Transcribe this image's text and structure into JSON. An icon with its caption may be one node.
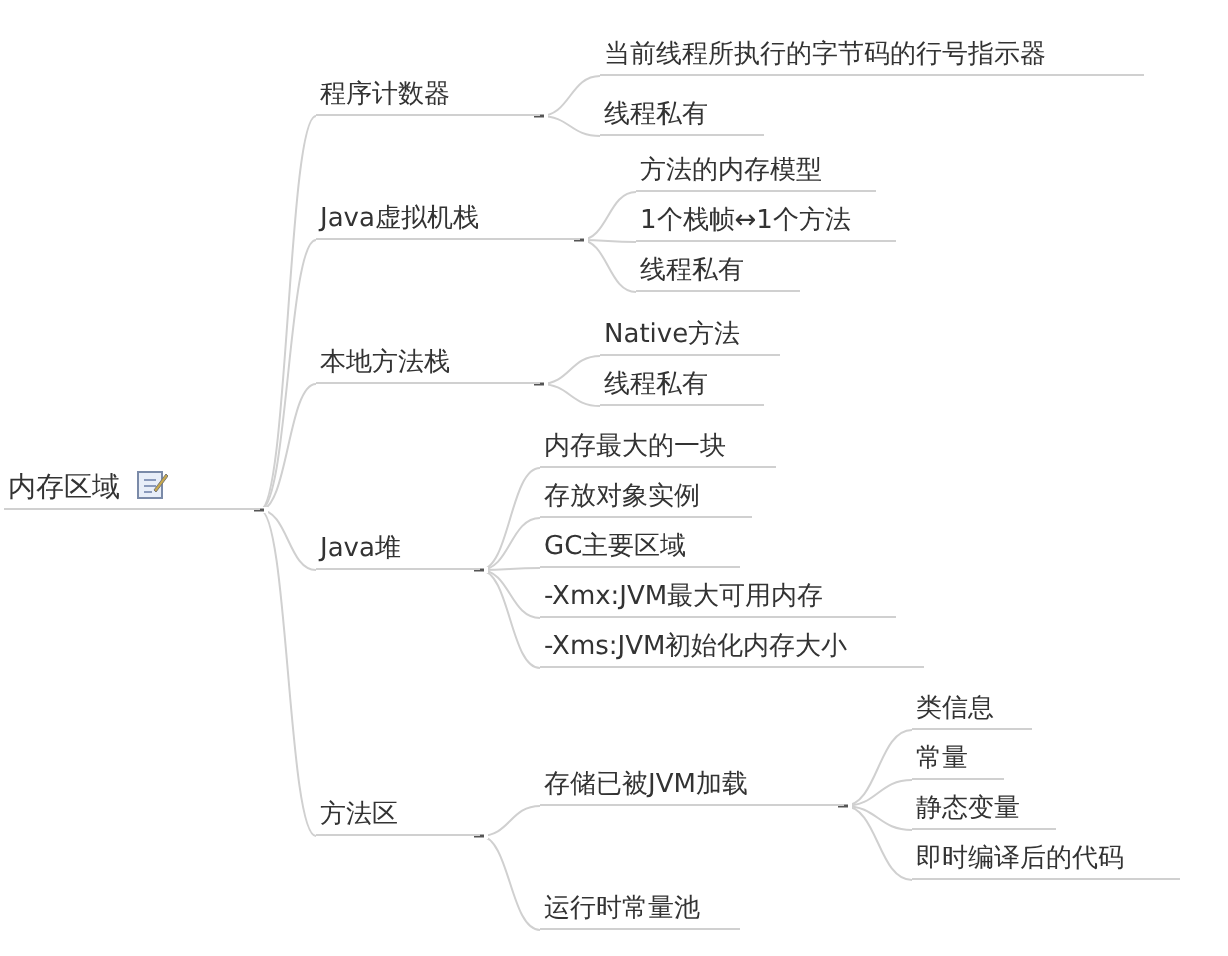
{
  "diagram": {
    "nodes": [
      {
        "text": [
          "内存区域"
        ]
      },
      {
        "text": [
          "程序计数器"
        ]
      },
      {
        "text": [
          "当前线程所执行的字节码的行号指示器"
        ]
      },
      {
        "text": [
          "线程私有"
        ]
      },
      {
        "text": [
          "Java虚拟机栈"
        ]
      },
      {
        "text": [
          "方法的内存模型"
        ]
      },
      {
        "text": [
          "1个栈帧↔1个方法"
        ]
      },
      {
        "text": [
          "线程私有"
        ]
      },
      {
        "text": [
          "本地方法栈"
        ]
      },
      {
        "text": [
          "Native方法"
        ]
      },
      {
        "text": [
          "线程私有"
        ]
      },
      {
        "text": [
          "Java堆"
        ]
      },
      {
        "text": [
          "内存最大的一块"
        ]
      },
      {
        "text": [
          "存放对象实例"
        ]
      },
      {
        "text": [
          "GC主要区域"
        ]
      },
      {
        "text": [
          "-Xmx:JVM最大可用内存"
        ]
      },
      {
        "text": [
          "-Xms:JVM初始化内存大小"
        ]
      },
      {
        "text": [
          "方法区"
        ]
      },
      {
        "text": [
          "存储已被JVM加载"
        ]
      },
      {
        "text": [
          "类信息"
        ]
      },
      {
        "text": [
          "常量"
        ]
      },
      {
        "text": [
          "静态变量"
        ]
      },
      {
        "text": [
          "即时编译后的代码"
        ]
      },
      {
        "text": [
          "运行时常量池"
        ]
      }
    ],
    "edges": [
      {
        "from": 0,
        "to": 1,
        "arrow": "none"
      },
      {
        "from": 1,
        "to": 2,
        "arrow": "none"
      },
      {
        "from": 1,
        "to": 3,
        "arrow": "none"
      },
      {
        "from": 0,
        "to": 4,
        "arrow": "none"
      },
      {
        "from": 4,
        "to": 5,
        "arrow": "none"
      },
      {
        "from": 4,
        "to": 6,
        "arrow": "none"
      },
      {
        "from": 4,
        "to": 7,
        "arrow": "none"
      },
      {
        "from": 0,
        "to": 8,
        "arrow": "none"
      },
      {
        "from": 8,
        "to": 9,
        "arrow": "none"
      },
      {
        "from": 8,
        "to": 10,
        "arrow": "none"
      },
      {
        "from": 0,
        "to": 11,
        "arrow": "none"
      },
      {
        "from": 11,
        "to": 12,
        "arrow": "none"
      },
      {
        "from": 11,
        "to": 13,
        "arrow": "none"
      },
      {
        "from": 11,
        "to": 14,
        "arrow": "none"
      },
      {
        "from": 11,
        "to": 15,
        "arrow": "none"
      },
      {
        "from": 11,
        "to": 16,
        "arrow": "none"
      },
      {
        "from": 0,
        "to": 17,
        "arrow": "none"
      },
      {
        "from": 17,
        "to": 18,
        "arrow": "none"
      },
      {
        "from": 18,
        "to": 19,
        "arrow": "none"
      },
      {
        "from": 18,
        "to": 20,
        "arrow": "none"
      },
      {
        "from": 18,
        "to": 21,
        "arrow": "none"
      },
      {
        "from": 18,
        "to": 22,
        "arrow": "none"
      },
      {
        "from": 17,
        "to": 23,
        "arrow": "none"
      }
    ]
  }
}
